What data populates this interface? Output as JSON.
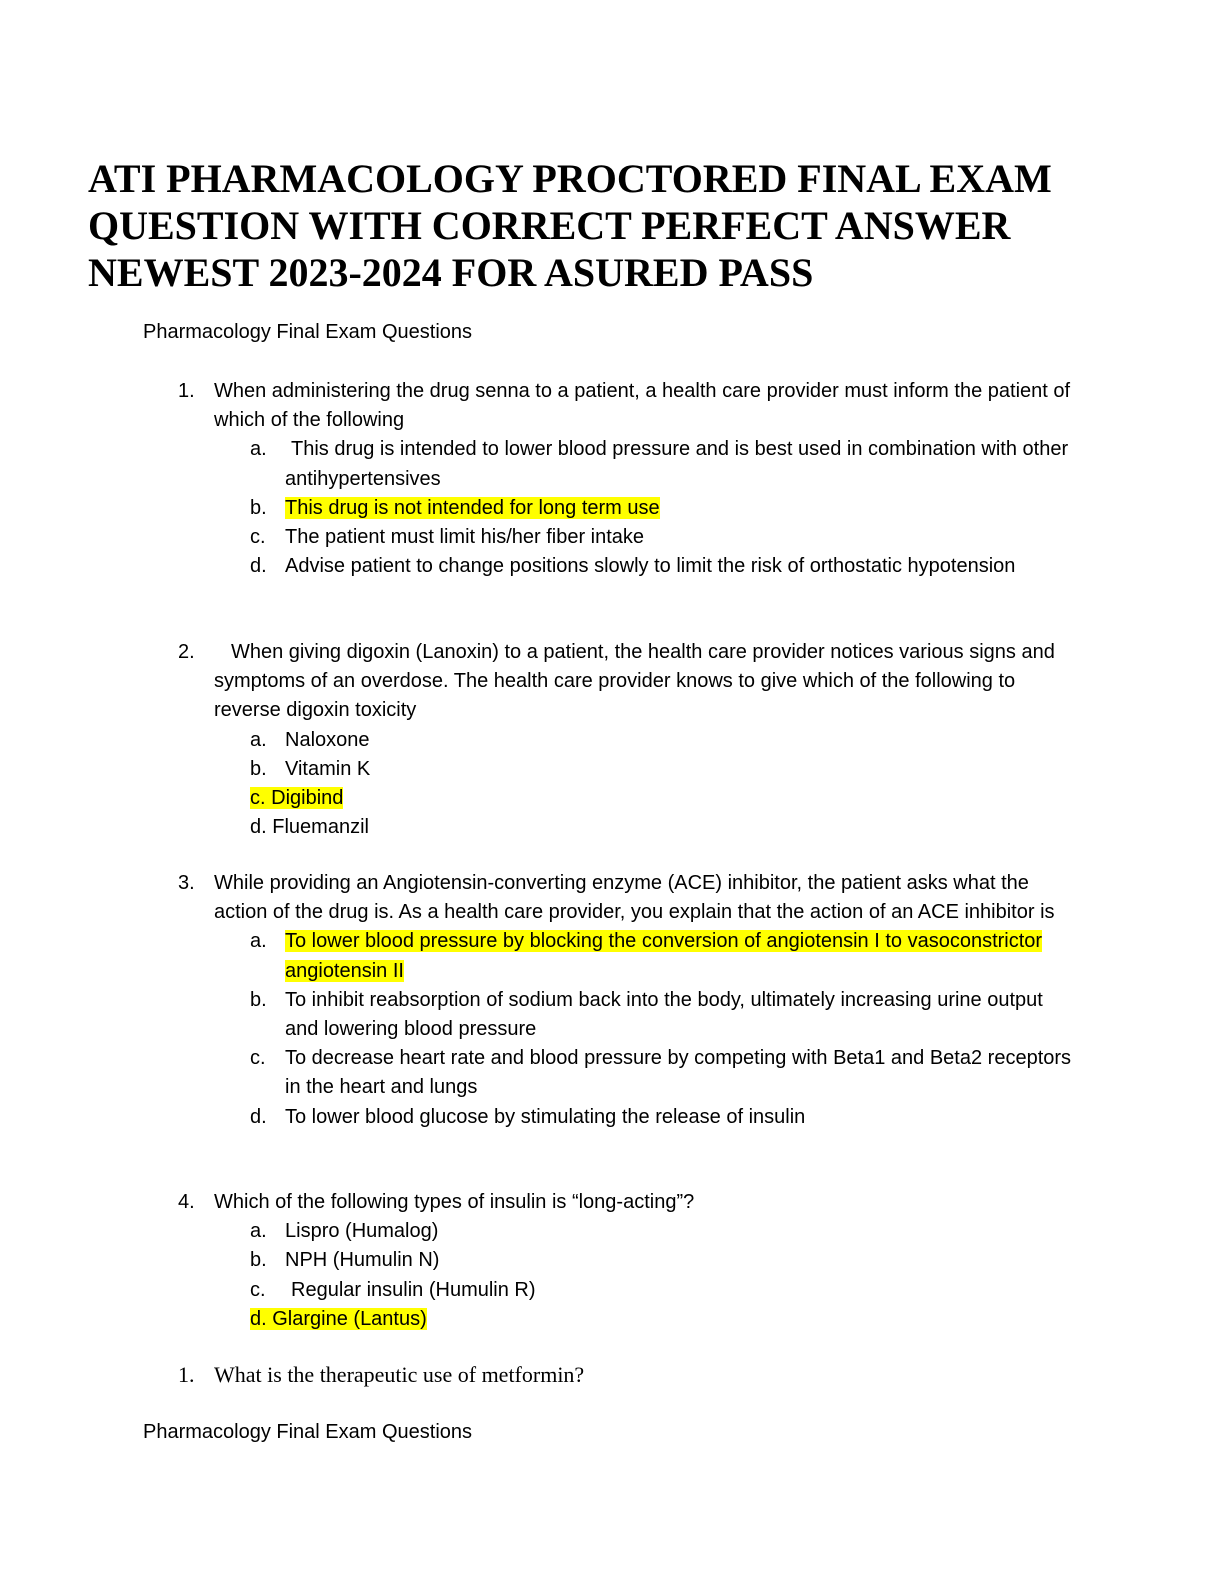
{
  "title_lines": [
    "ATI PHARMACOLOGY PROCTORED FINAL EXAM",
    "QUESTION WITH CORRECT PERFECT ANSWER",
    "NEWEST 2023-2024 FOR ASURED PASS"
  ],
  "header_text": "Pharmacology Final Exam Questions",
  "footer_text": "Pharmacology Final Exam Questions",
  "highlight_color": "#ffff00",
  "questions": [
    {
      "number": "1.",
      "text": "When administering the drug senna to a patient, a health care provider must inform the patient of which of the following",
      "options": [
        {
          "letter": "a.",
          "text": "This drug is intended to lower blood pressure and is best used in combination with other antihypertensives"
        },
        {
          "letter": "b.",
          "text": "This drug is not intended for long term use"
        },
        {
          "letter": "c.",
          "text": "The patient must limit his/her fiber intake"
        },
        {
          "letter": "d.",
          "text": "Advise patient to change positions slowly to limit the risk of orthostatic hypotension"
        }
      ]
    },
    {
      "number": "2.",
      "text": "When giving digoxin (Lanoxin) to a patient, the health care provider notices various signs and symptoms of an overdose. The health care provider knows to give which of the following to reverse digoxin toxicity",
      "options": [
        {
          "letter": "a.",
          "text": "Naloxone"
        },
        {
          "letter": "b.",
          "text": "Vitamin K"
        },
        {
          "letter": "c.",
          "text": "Digibind"
        },
        {
          "letter": "d.",
          "text": "Fluemanzil"
        }
      ]
    },
    {
      "number": "3.",
      "text": "While providing an Angiotensin-converting enzyme (ACE) inhibitor, the patient asks what the action of the drug is. As a health care provider, you explain that the action of an ACE inhibitor is",
      "options": [
        {
          "letter": "a.",
          "text": "To lower blood pressure by blocking the conversion of angiotensin I to vasoconstrictor angiotensin II"
        },
        {
          "letter": "b.",
          "text": "To inhibit reabsorption of sodium back into the body, ultimately increasing urine output and lowering blood pressure"
        },
        {
          "letter": "c.",
          "text": "To decrease heart rate and blood pressure by competing with Beta1 and Beta2 receptors in the heart and lungs"
        },
        {
          "letter": "d.",
          "text": "To lower blood glucose by stimulating the release of insulin"
        }
      ]
    },
    {
      "number": "4.",
      "text": "Which of the following types of insulin is “long-acting”?",
      "options": [
        {
          "letter": "a.",
          "text": "Lispro (Humalog)"
        },
        {
          "letter": "b.",
          "text": "NPH (Humulin N)"
        },
        {
          "letter": "c.",
          "text": "Regular insulin (Humulin R)"
        },
        {
          "letter": "d.",
          "text": "Glargine (Lantus)"
        }
      ]
    },
    {
      "number": "1.",
      "text": "What is the therapeutic use of metformin?"
    }
  ]
}
